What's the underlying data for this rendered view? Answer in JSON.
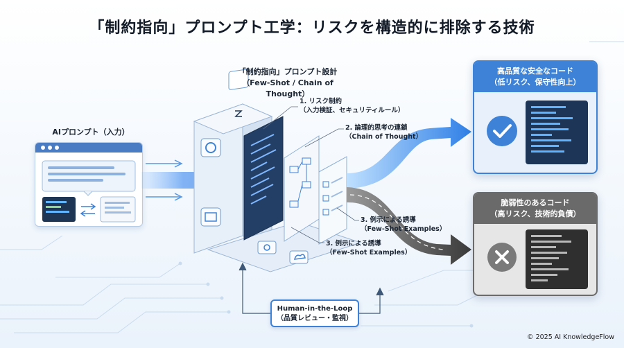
{
  "title": "「制約指向」プロンプト工学：リスクを構造的に排除する技術",
  "input": {
    "label": "AIプロンプト（入力）"
  },
  "design": {
    "title": "「制約指向」プロンプト設計",
    "subtitle": "（Few-Shot / Chain of Thought）"
  },
  "annotations": [
    {
      "title": "1. リスク制約",
      "sub": "（入力検証、セキュリティルール）"
    },
    {
      "title": "2. 論理的思考の連鎖",
      "sub": "（Chain of Thought）"
    },
    {
      "title": "3. 例示による誘導",
      "sub": "（Few-Shot Examples）"
    },
    {
      "title": "3. 例示による誘導",
      "sub": "（Few-Shot Examples）"
    }
  ],
  "outputs": {
    "good": {
      "line1": "高品質な安全なコード",
      "line2": "（低リスク、保守性向上）"
    },
    "bad": {
      "line1": "脆弱性のあるコード",
      "line2": "（高リスク、技術的負債）"
    }
  },
  "hitl": {
    "line1": "Human-in-the-Loop",
    "line2": "（品質レビュー・監視）"
  },
  "copyright": "© 2025 AI KnowledgeFlow",
  "colors": {
    "accent": "#3d82d6",
    "good": "#3d82d6",
    "bad": "#6a6a6a",
    "dark_arrow": "#3f3f3f"
  },
  "icons": [
    "chip-icon",
    "check-icon",
    "x-icon",
    "gear-icon",
    "cube-icon",
    "cloud-icon"
  ]
}
